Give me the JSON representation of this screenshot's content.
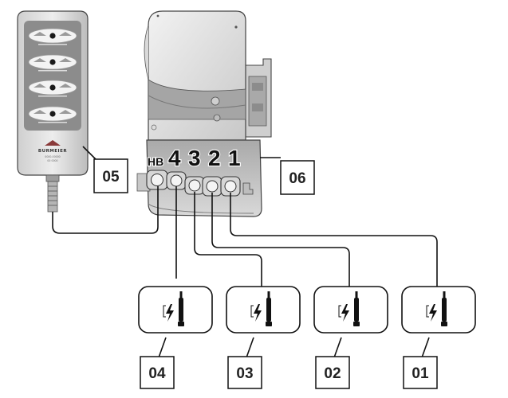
{
  "diagram": {
    "port_labels": {
      "hb": "HB",
      "p4": "4",
      "p3": "3",
      "p2": "2",
      "p1": "1"
    },
    "callouts": {
      "handset": "05",
      "control_box": "06",
      "motor_04": "04",
      "motor_03": "03",
      "motor_02": "02",
      "motor_01": "01"
    },
    "handset": {
      "brand": "BURMEIER",
      "sublabel_1": "0000-00000",
      "sublabel_2": "00 0000"
    },
    "colors": {
      "line": "#111111",
      "device_light": "#e6e6e6",
      "device_mid": "#bdbdbd",
      "device_dark": "#8a8a8a"
    }
  }
}
